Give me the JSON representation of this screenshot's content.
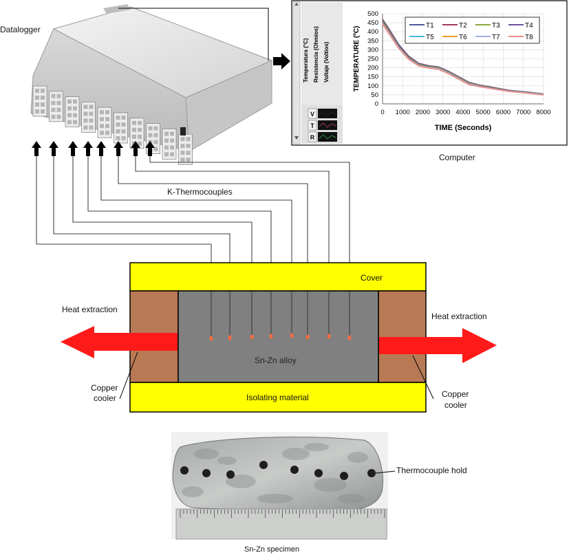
{
  "labels": {
    "datalogger": "Datalogger",
    "computer": "Computer",
    "thermocouples": "K-Thermocouples",
    "cover": "Cover",
    "isolating": "Isolating material",
    "alloy": "Sn-Zn alloy",
    "heat_left": "Heat extraction",
    "heat_right": "Heat extraction",
    "copper_left_1": "Copper",
    "copper_left_2": "cooler",
    "copper_right_1": "Copper",
    "copper_right_2": "cooler",
    "thermocouple_hold": "Thermocouple hold",
    "specimen": "Sn-Zn specimen"
  },
  "software_panel": {
    "side_labels": [
      "Temperatura (°C)",
      "Resistencia (Ohmios)",
      "Voltaje (Voltios)"
    ],
    "channel_buttons": [
      "V",
      "T",
      "R"
    ]
  },
  "colors": {
    "cover": "#ffff00",
    "copper": "#b87a55",
    "alloy": "#7f7f7f",
    "arrow": "#ff1a1a"
  },
  "chart_data": {
    "type": "line",
    "ylabel": "TEMPERATURE (ºC)",
    "xlabel": "TIME (Seconds)",
    "xlim": [
      0,
      8000
    ],
    "ylim": [
      0,
      500
    ],
    "x_ticks": [
      0,
      1000,
      2000,
      3000,
      4000,
      5000,
      6000,
      7000,
      8000
    ],
    "y_ticks": [
      0,
      50,
      100,
      150,
      200,
      250,
      300,
      350,
      400,
      450,
      500
    ],
    "legend_position": "top-right",
    "grid": true,
    "x": [
      0,
      300,
      800,
      1300,
      1800,
      2300,
      2800,
      3300,
      3800,
      4300,
      4800,
      5300,
      5800,
      6300,
      6800,
      7300,
      7800,
      8000
    ],
    "series": [
      {
        "name": "T1",
        "color": "#4d5a9c",
        "values": [
          470,
          420,
          330,
          265,
          225,
          212,
          205,
          180,
          150,
          120,
          105,
          95,
          85,
          75,
          70,
          65,
          58,
          55
        ]
      },
      {
        "name": "T2",
        "color": "#a3385a",
        "values": [
          465,
          415,
          325,
          262,
          222,
          210,
          203,
          178,
          148,
          118,
          103,
          93,
          84,
          74,
          69,
          64,
          57,
          54
        ]
      },
      {
        "name": "T3",
        "color": "#8aa83a",
        "values": [
          460,
          410,
          320,
          258,
          220,
          208,
          201,
          176,
          146,
          116,
          101,
          91,
          82,
          73,
          68,
          63,
          56,
          53
        ]
      },
      {
        "name": "T4",
        "color": "#6e4f9e",
        "values": [
          455,
          405,
          318,
          255,
          218,
          206,
          199,
          174,
          144,
          114,
          99,
          90,
          81,
          72,
          67,
          62,
          55,
          52
        ]
      },
      {
        "name": "T5",
        "color": "#3fbde0",
        "values": [
          450,
          400,
          315,
          252,
          216,
          204,
          197,
          172,
          142,
          112,
          98,
          89,
          80,
          71,
          66,
          61,
          55,
          52
        ]
      },
      {
        "name": "T6",
        "color": "#f39a2b",
        "values": [
          448,
          398,
          312,
          250,
          214,
          202,
          195,
          170,
          140,
          110,
          97,
          88,
          79,
          70,
          65,
          60,
          54,
          51
        ]
      },
      {
        "name": "T7",
        "color": "#9fb0e0",
        "values": [
          445,
          395,
          310,
          248,
          212,
          200,
          193,
          168,
          138,
          108,
          96,
          87,
          78,
          69,
          64,
          59,
          53,
          50
        ]
      },
      {
        "name": "T8",
        "color": "#f28a8a",
        "values": [
          442,
          392,
          308,
          246,
          210,
          198,
          191,
          166,
          136,
          106,
          95,
          86,
          77,
          68,
          63,
          58,
          52,
          49
        ]
      }
    ]
  }
}
